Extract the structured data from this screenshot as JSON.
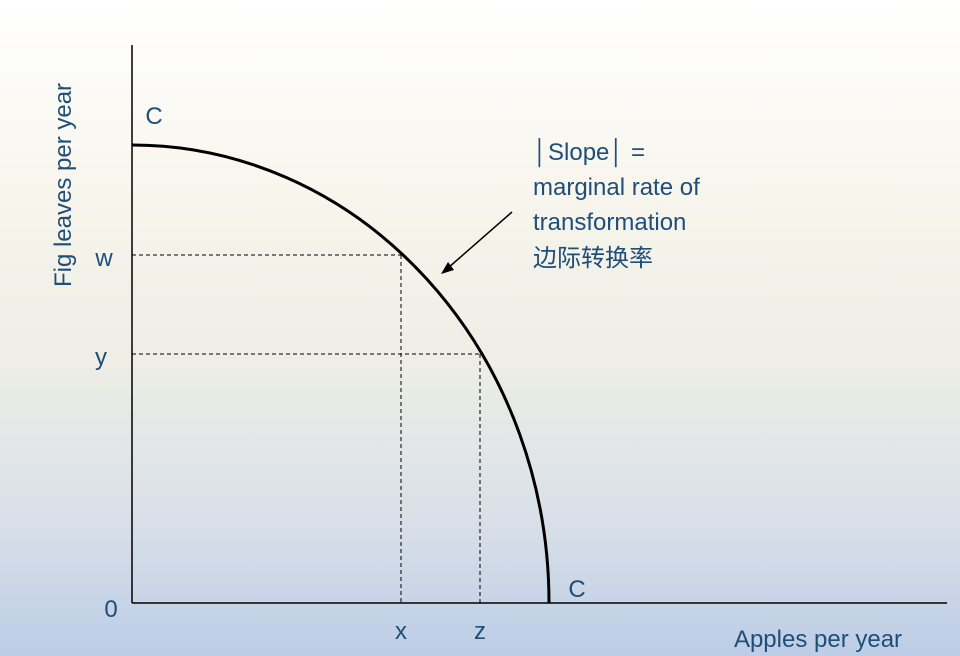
{
  "colors": {
    "text": "#1f4e79",
    "curve": "#000000",
    "axis": "#000000",
    "guide": "#000000"
  },
  "axes": {
    "y_label": "Fig leaves per year",
    "x_label": "Apples per year",
    "origin": "0"
  },
  "ticks": {
    "y": [
      "w",
      "y"
    ],
    "x": [
      "x",
      "z"
    ]
  },
  "curve_labels": {
    "top": "C",
    "bottom": "C"
  },
  "annotation": {
    "line1": "│Slope│ =",
    "line2": "marginal rate of",
    "line3": "transformation",
    "line4": "边际转换率"
  }
}
